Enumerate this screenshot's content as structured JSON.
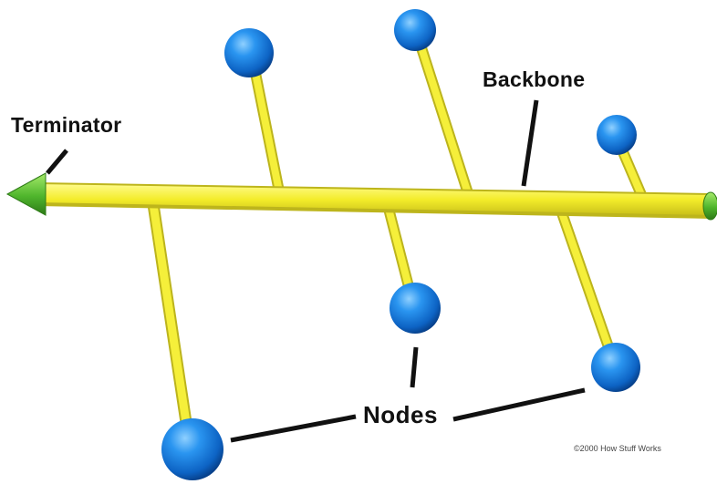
{
  "labels": {
    "terminator": "Terminator",
    "backbone": "Backbone",
    "nodes": "Nodes",
    "copyright": "©2000 How Stuff Works"
  },
  "colors": {
    "cable": "#f5f03a",
    "cable_shadow": "#b8b21c",
    "node": "#1e88e8",
    "node_dark": "#0a4fa8",
    "terminator": "#5ec33a",
    "pointer": "#111111"
  }
}
